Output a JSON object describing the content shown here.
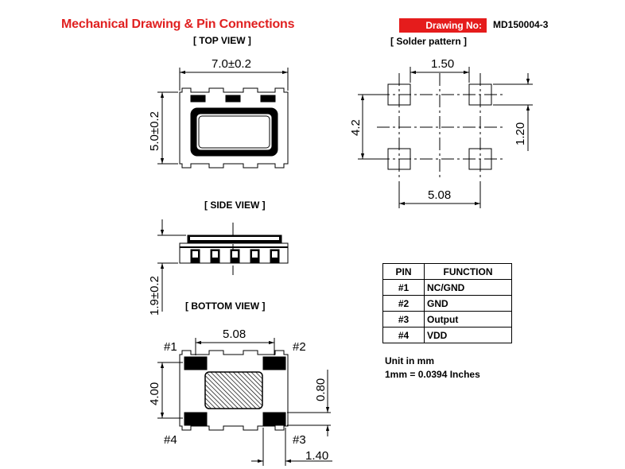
{
  "header": {
    "title": "Mechanical Drawing & Pin Connections",
    "drawing_label": "Drawing No:",
    "drawing_number": "MD150004-3",
    "accent_color": "#e51c1c"
  },
  "views": {
    "top": "[ TOP  VIEW ]",
    "solder": "[ Solder pattern ]",
    "side": "[ SIDE  VIEW ]",
    "bottom": "[ BOTTOM  VIEW ]"
  },
  "dimensions": {
    "top_width": "7.0±0.2",
    "top_height": "5.0±0.2",
    "solder_pad_gap": "1.50",
    "solder_height": "4.2",
    "solder_pad_height": "1.20",
    "solder_pitch": "5.08",
    "side_height": "1.9±0.2",
    "bottom_pitch": "5.08",
    "bottom_height": "4.00",
    "bottom_pad_height": "0.80",
    "bottom_pad_width": "1.40"
  },
  "pin_labels": {
    "p1": "#1",
    "p2": "#2",
    "p3": "#3",
    "p4": "#4"
  },
  "pin_table": {
    "headers": [
      "PIN",
      "FUNCTION"
    ],
    "rows": [
      {
        "pin": "#1",
        "function": "NC/GND"
      },
      {
        "pin": "#2",
        "function": "GND"
      },
      {
        "pin": "#3",
        "function": "Output"
      },
      {
        "pin": "#4",
        "function": "VDD"
      }
    ]
  },
  "units": {
    "line1": "Unit in mm",
    "line2": "1mm = 0.0394 Inches"
  }
}
